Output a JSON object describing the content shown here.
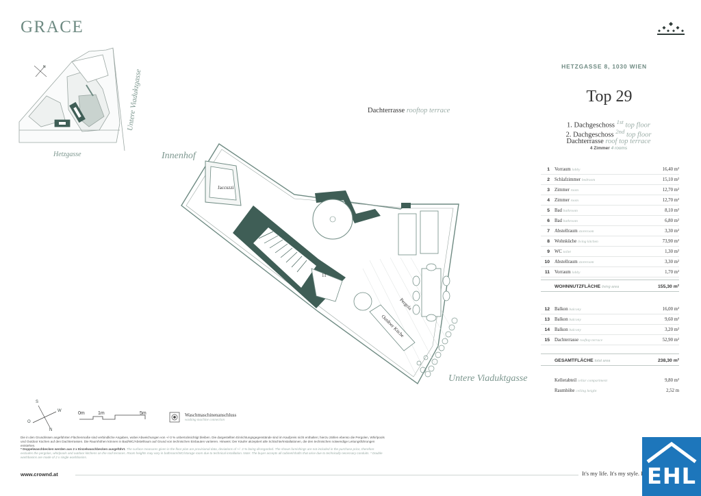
{
  "brand": {
    "logo": "GRACE"
  },
  "address": "HETZGASSE 8, 1030 WIEN",
  "unit": {
    "title": "Top 29",
    "floors": [
      {
        "de": "1. Dachgeschoss ",
        "sup": "1st",
        "en": " top floor"
      },
      {
        "de": "2. Dachgeschoss ",
        "sup": "2nd",
        "en": " top floor"
      },
      {
        "de": "Dachterrasse ",
        "sup": "",
        "en": "roof  top terrace"
      }
    ],
    "rooms_de": "4 Zimmer",
    "rooms_en": "4 rooms"
  },
  "rooms": [
    {
      "num": "1",
      "de": "Vorraum",
      "en": "lobby",
      "area": "16,40 m²"
    },
    {
      "num": "2",
      "de": "Schlafzimmer",
      "en": "bedroom",
      "area": "15,10 m²"
    },
    {
      "num": "3",
      "de": "Zimmer",
      "en": "room",
      "area": "12,70 m²"
    },
    {
      "num": "4",
      "de": "Zimmer",
      "en": "room",
      "area": "12,70 m²"
    },
    {
      "num": "5",
      "de": "Bad",
      "en": "bathroom",
      "area": "8,10 m²"
    },
    {
      "num": "6",
      "de": "Bad",
      "en": "bathroom",
      "area": "6,80 m²"
    },
    {
      "num": "7",
      "de": "Abstellraum",
      "en": "storeroom",
      "area": "3,30 m²"
    },
    {
      "num": "8",
      "de": "Wohnküche",
      "en": "living kitchen",
      "area": "73,90 m²"
    },
    {
      "num": "9",
      "de": "WC",
      "en": "toilet",
      "area": "1,30 m²"
    },
    {
      "num": "10",
      "de": "Abstellraum",
      "en": "storeroom",
      "area": "3,30 m²"
    },
    {
      "num": "11",
      "de": "Vorraum",
      "en": "lobby",
      "area": "1,70 m²"
    }
  ],
  "living_total": {
    "de": "WOHNNUTZFLÄCHE",
    "en": "living area",
    "area": "155,30 m²"
  },
  "outdoor": [
    {
      "num": "12",
      "de": "Balkon",
      "en": "balcony",
      "area": "16,00 m²"
    },
    {
      "num": "13",
      "de": "Balkon",
      "en": "balcony",
      "area": "9,60 m²"
    },
    {
      "num": "14",
      "de": "Balkon",
      "en": "balcony",
      "area": "3,20 m²"
    },
    {
      "num": "15",
      "de": "Dachterrasse",
      "en": "rooftop terrace",
      "area": "52,90 m²"
    }
  ],
  "grand_total": {
    "de": "GESAMTFLÄCHE",
    "en": "total area",
    "area": "238,30 m²"
  },
  "extras": [
    {
      "de": "Kellerabteil",
      "en": "cellar compartment",
      "value": "9,80 m²"
    },
    {
      "de": "Raumhöhe",
      "en": "ceiling height",
      "value": "2,52 m"
    }
  ],
  "plan": {
    "terrace_de": "Dachterrasse",
    "terrace_en": "rooftop terrace",
    "courtyard": "Innenhof",
    "street_main": "Untere Viaduktgasse",
    "street_mini_side": "Untere Viaduktgasse",
    "street_mini_bottom": "Hetzgasse",
    "jacuzzi": "Jaccuzzi",
    "pergola": "Pergola",
    "outdoor_kitchen": "Outdoor Küche",
    "room_11": "11"
  },
  "compass": {
    "n": "N",
    "s": "S",
    "o": "O",
    "w": "W"
  },
  "scale": {
    "s0": "0m",
    "s1": "1m",
    "s5": "5m"
  },
  "legend": {
    "de": "Waschmaschinenanschluss",
    "en": "washing machine connection"
  },
  "disclaimer": {
    "de": "Die in den Grundrissen angeführten Flächenmaße sind verbindliche Angaben, wobei Abweichungen von +/-3 % unberücksichtigt bleiben. Die dargestellten Einrichtungsgegenstände sind im Kaufpreis nicht enthalten; hierzu zählen ebenso die Pergolen, Whirlpools und Outdoor Küchen auf den Dachterrassen. Die Raumhöhen können in Bad/WC/Abstellraum auf Grund von technischen Einbauten variieren. Hinweis: Der Käufer akzeptiert alle Schächte/Installationen, die den technischen notwendige Leitungsführungen entstehen.",
    "de2": "* Doppelwaschbecken werden aus 2 x Einzelwaschbecken ausgeführt.",
    "en": "The surface measures given in the floor plan are provisional data, deviations of +/- 3 % being disregarded. The shown furnishings are not included in the purchase price, therefore excludes the pergolas, whirlpools and outdoor kitchens on the roof terraces. Room heights may vary in bathroom/WC/storage room due to technical installation. Note: The buyer accepts all cabinet/shafts that arise due to technically necessary conduits. * Double washbasins are made of 2 x single washbasins."
  },
  "footer": {
    "website": "www.crownd.at",
    "slogan": "It's my life. It's my style. It's",
    "ehl": "EHL"
  },
  "colors": {
    "accent": "#3f5e56",
    "brand_blue": "#1d76bb",
    "text": "#333333"
  }
}
